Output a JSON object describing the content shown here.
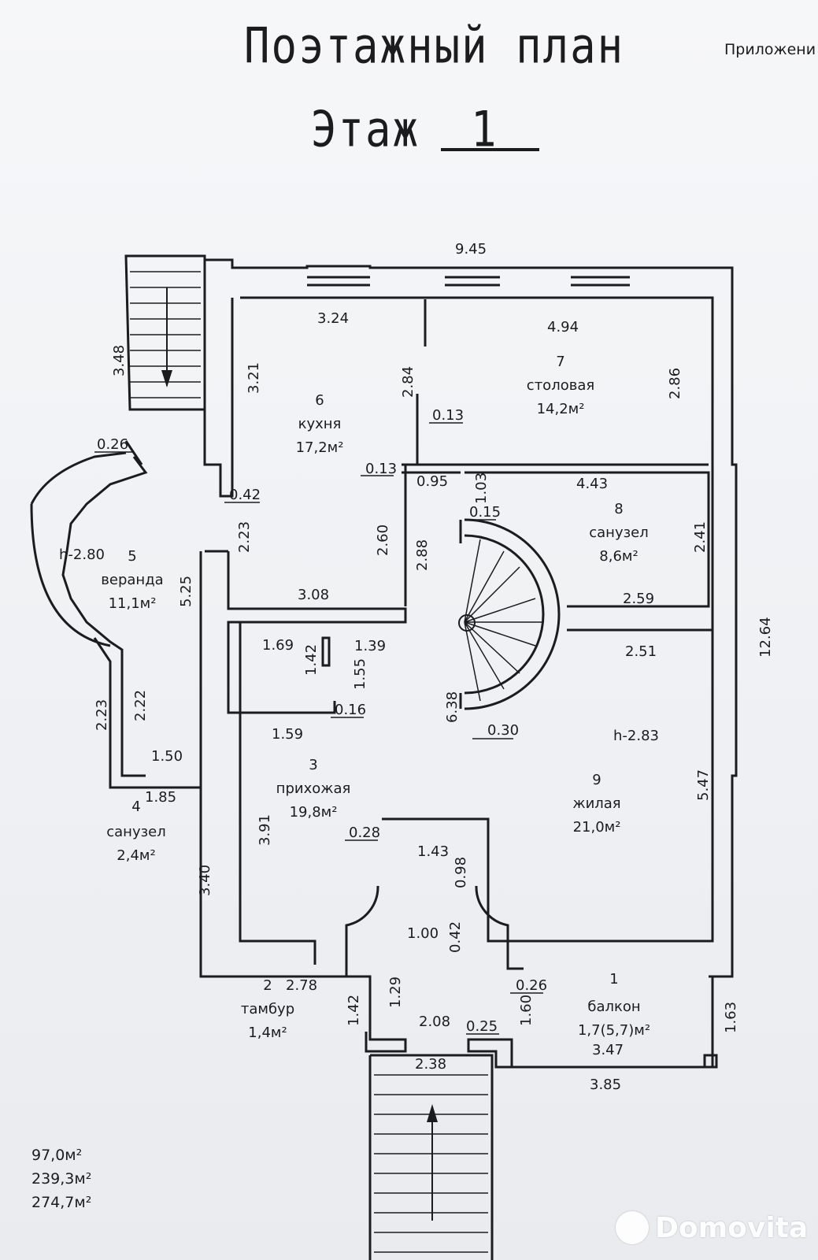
{
  "header": {
    "title": "Поэтажный план",
    "floor_label": "Этаж",
    "floor_number": "1",
    "appendix": "Приложени"
  },
  "rooms": [
    {
      "num": "1",
      "name": "балкон",
      "area": "1,7(5,7)м²"
    },
    {
      "num": "2",
      "name": "тамбур",
      "area": "1,4м²"
    },
    {
      "num": "3",
      "name": "прихожая",
      "area": "19,8м²"
    },
    {
      "num": "4",
      "name": "санузел",
      "area": "2,4м²"
    },
    {
      "num": "5",
      "name": "веранда",
      "area": "11,1м²",
      "height": "h-2.80"
    },
    {
      "num": "6",
      "name": "кухня",
      "area": "17,2м²"
    },
    {
      "num": "7",
      "name": "столовая",
      "area": "14,2м²"
    },
    {
      "num": "8",
      "name": "санузел",
      "area": "8,6м²"
    },
    {
      "num": "9",
      "name": "жилая",
      "area": "21,0м²",
      "height": "h-2.83"
    }
  ],
  "dimensions": [
    "9.45",
    "3.24",
    "4.94",
    "3.21",
    "2.84",
    "2.86",
    "0.13",
    "0.13",
    "0.95",
    "1.03",
    "4.43",
    "0.15",
    "2.41",
    "0.42",
    "2.23",
    "2.60",
    "2.88",
    "3.08",
    "2.59",
    "5.25",
    "1.69",
    "1.39",
    "1.42",
    "1.55",
    "0.16",
    "1.59",
    "2.51",
    "6.38",
    "0.30",
    "12.64",
    "3.48",
    "0.26",
    "2.23",
    "2.22",
    "1.50",
    "1.85",
    "3.91",
    "0.28",
    "1.43",
    "0.98",
    "5.47",
    "3.40",
    "1.00",
    "0.42",
    "2.78",
    "1.29",
    "0.26",
    "1.42",
    "2.08",
    "0.25",
    "1.60",
    "1.63",
    "3.47",
    "2.38",
    "3.85"
  ],
  "totals": [
    "97,0м²",
    "239,3м²",
    "274,7м²"
  ],
  "watermark": "Domovita"
}
